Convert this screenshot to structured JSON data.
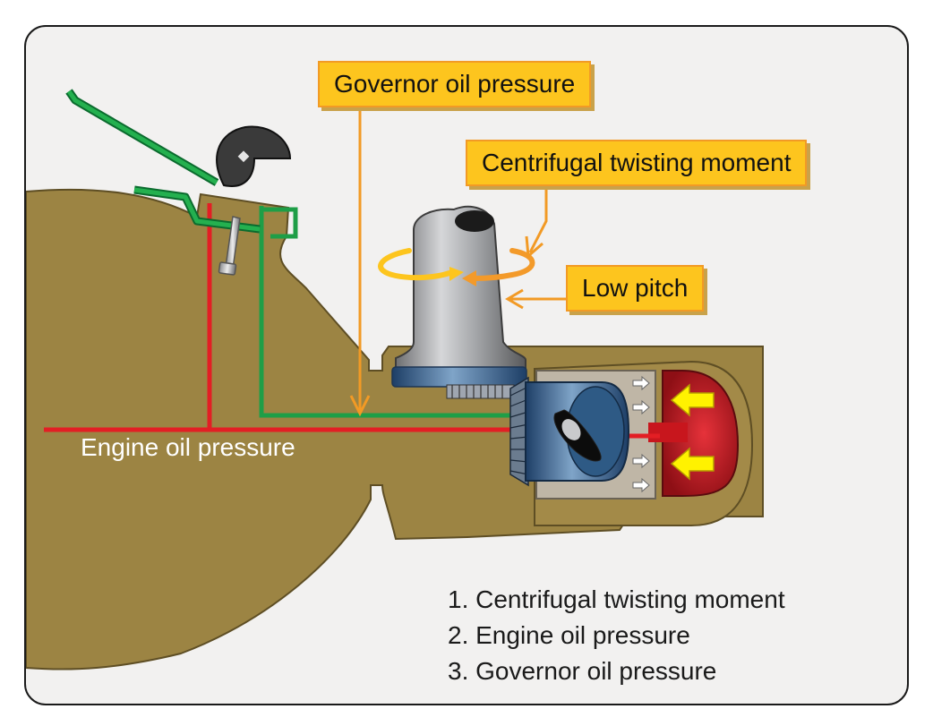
{
  "callouts": {
    "governor_oil_pressure": "Governor oil pressure",
    "centrifugal_twisting_moment": "Centrifugal twisting moment",
    "low_pitch": "Low pitch"
  },
  "labels": {
    "engine_oil_pressure": "Engine oil pressure"
  },
  "legend": [
    "1. Centrifugal twisting moment",
    "2. Engine oil pressure",
    "3. Governor oil pressure"
  ],
  "colors": {
    "engine_body": "#9c8443",
    "engine_oil_line": "#e31e24",
    "governor_oil_line": "#1e9e47",
    "callout_fill": "#fdc51e",
    "callout_border": "#f29a25",
    "piston_chamber": "#c8161d",
    "background": "#f2f1f0"
  }
}
